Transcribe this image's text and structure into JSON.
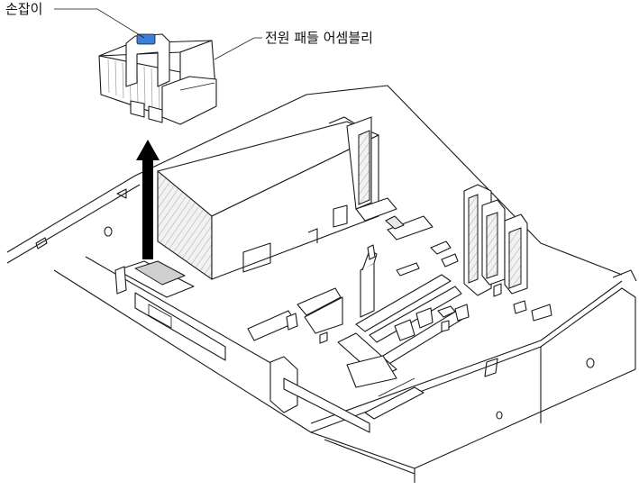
{
  "callouts": {
    "handle": "손잡이",
    "power_paddle_assembly": "전원 패들 어셈블리"
  },
  "colors": {
    "handle_tab": "#3d7fd6",
    "arrow": "#000000",
    "line_art": "#1a1a1a",
    "connector_shading": "#bdbdbd"
  },
  "icons": {
    "lift_direction": "arrow-up"
  }
}
